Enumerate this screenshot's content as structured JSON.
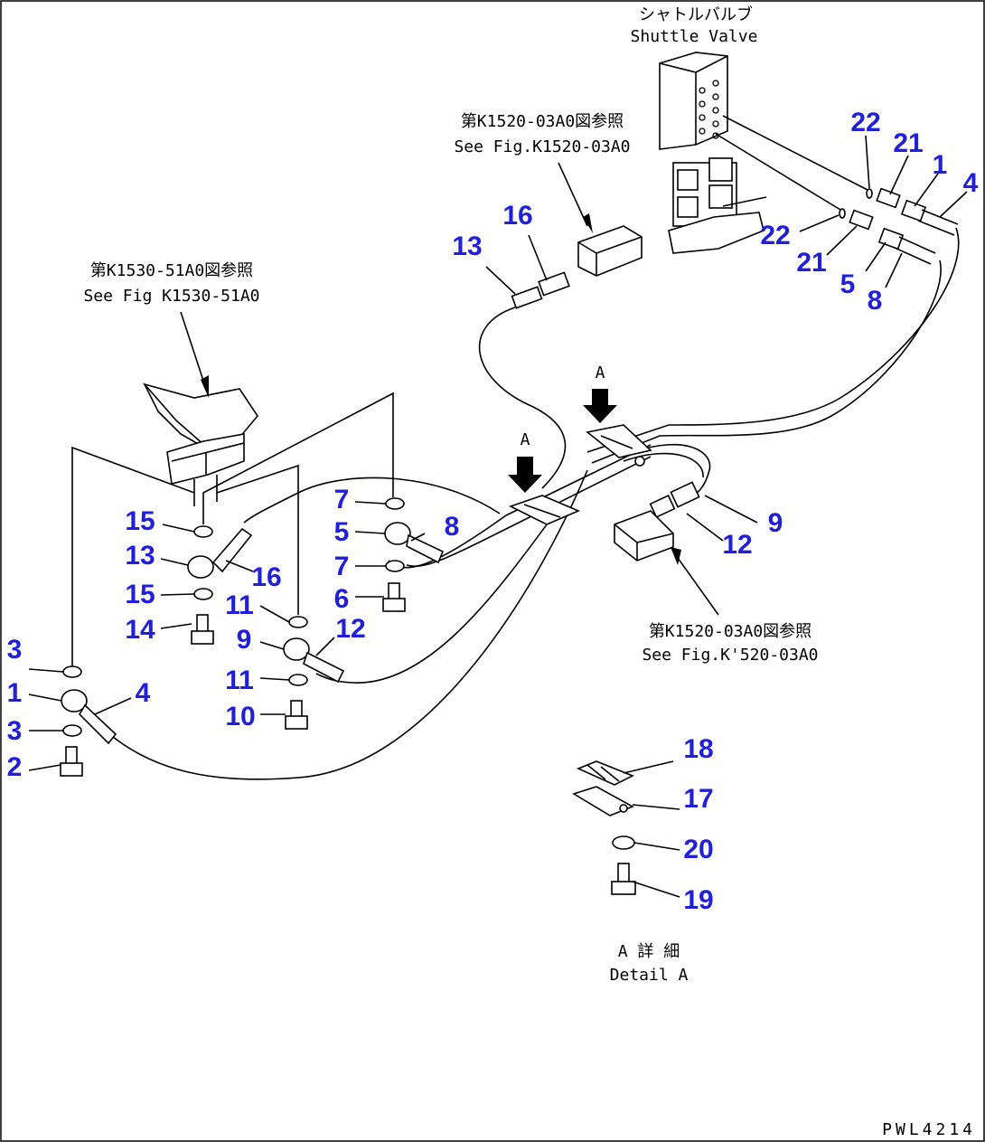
{
  "diagram": {
    "code": "PWL4214",
    "ref_shuttle_jp": "シャトルバルブ",
    "ref_shuttle_en": "Shuttle Valve",
    "ref_k1520_top_jp": "第K1520-03A0図参照",
    "ref_k1520_top_en": "See Fig.K1520-03A0",
    "ref_k1530_jp": "第K1530-51A0図参照",
    "ref_k1530_en": "See Fig K1530-51A0",
    "ref_k1520_bottom_jp": "第K1520-03A0図参照",
    "ref_k1520_bottom_en": "See Fig.K'520-03A0",
    "view_arrow_label": "A",
    "detail_jp": "A 詳 細",
    "detail_en": "Detail A",
    "part_numbers": {
      "n1": "1",
      "n2": "2",
      "n3": "3",
      "n4": "4",
      "n5": "5",
      "n6": "6",
      "n7": "7",
      "n8": "8",
      "n9": "9",
      "n10": "10",
      "n11": "11",
      "n12": "12",
      "n13": "13",
      "n14": "14",
      "n15": "15",
      "n16": "16",
      "n17": "17",
      "n18": "18",
      "n19": "19",
      "n20": "20",
      "n21": "21",
      "n22": "22"
    }
  }
}
